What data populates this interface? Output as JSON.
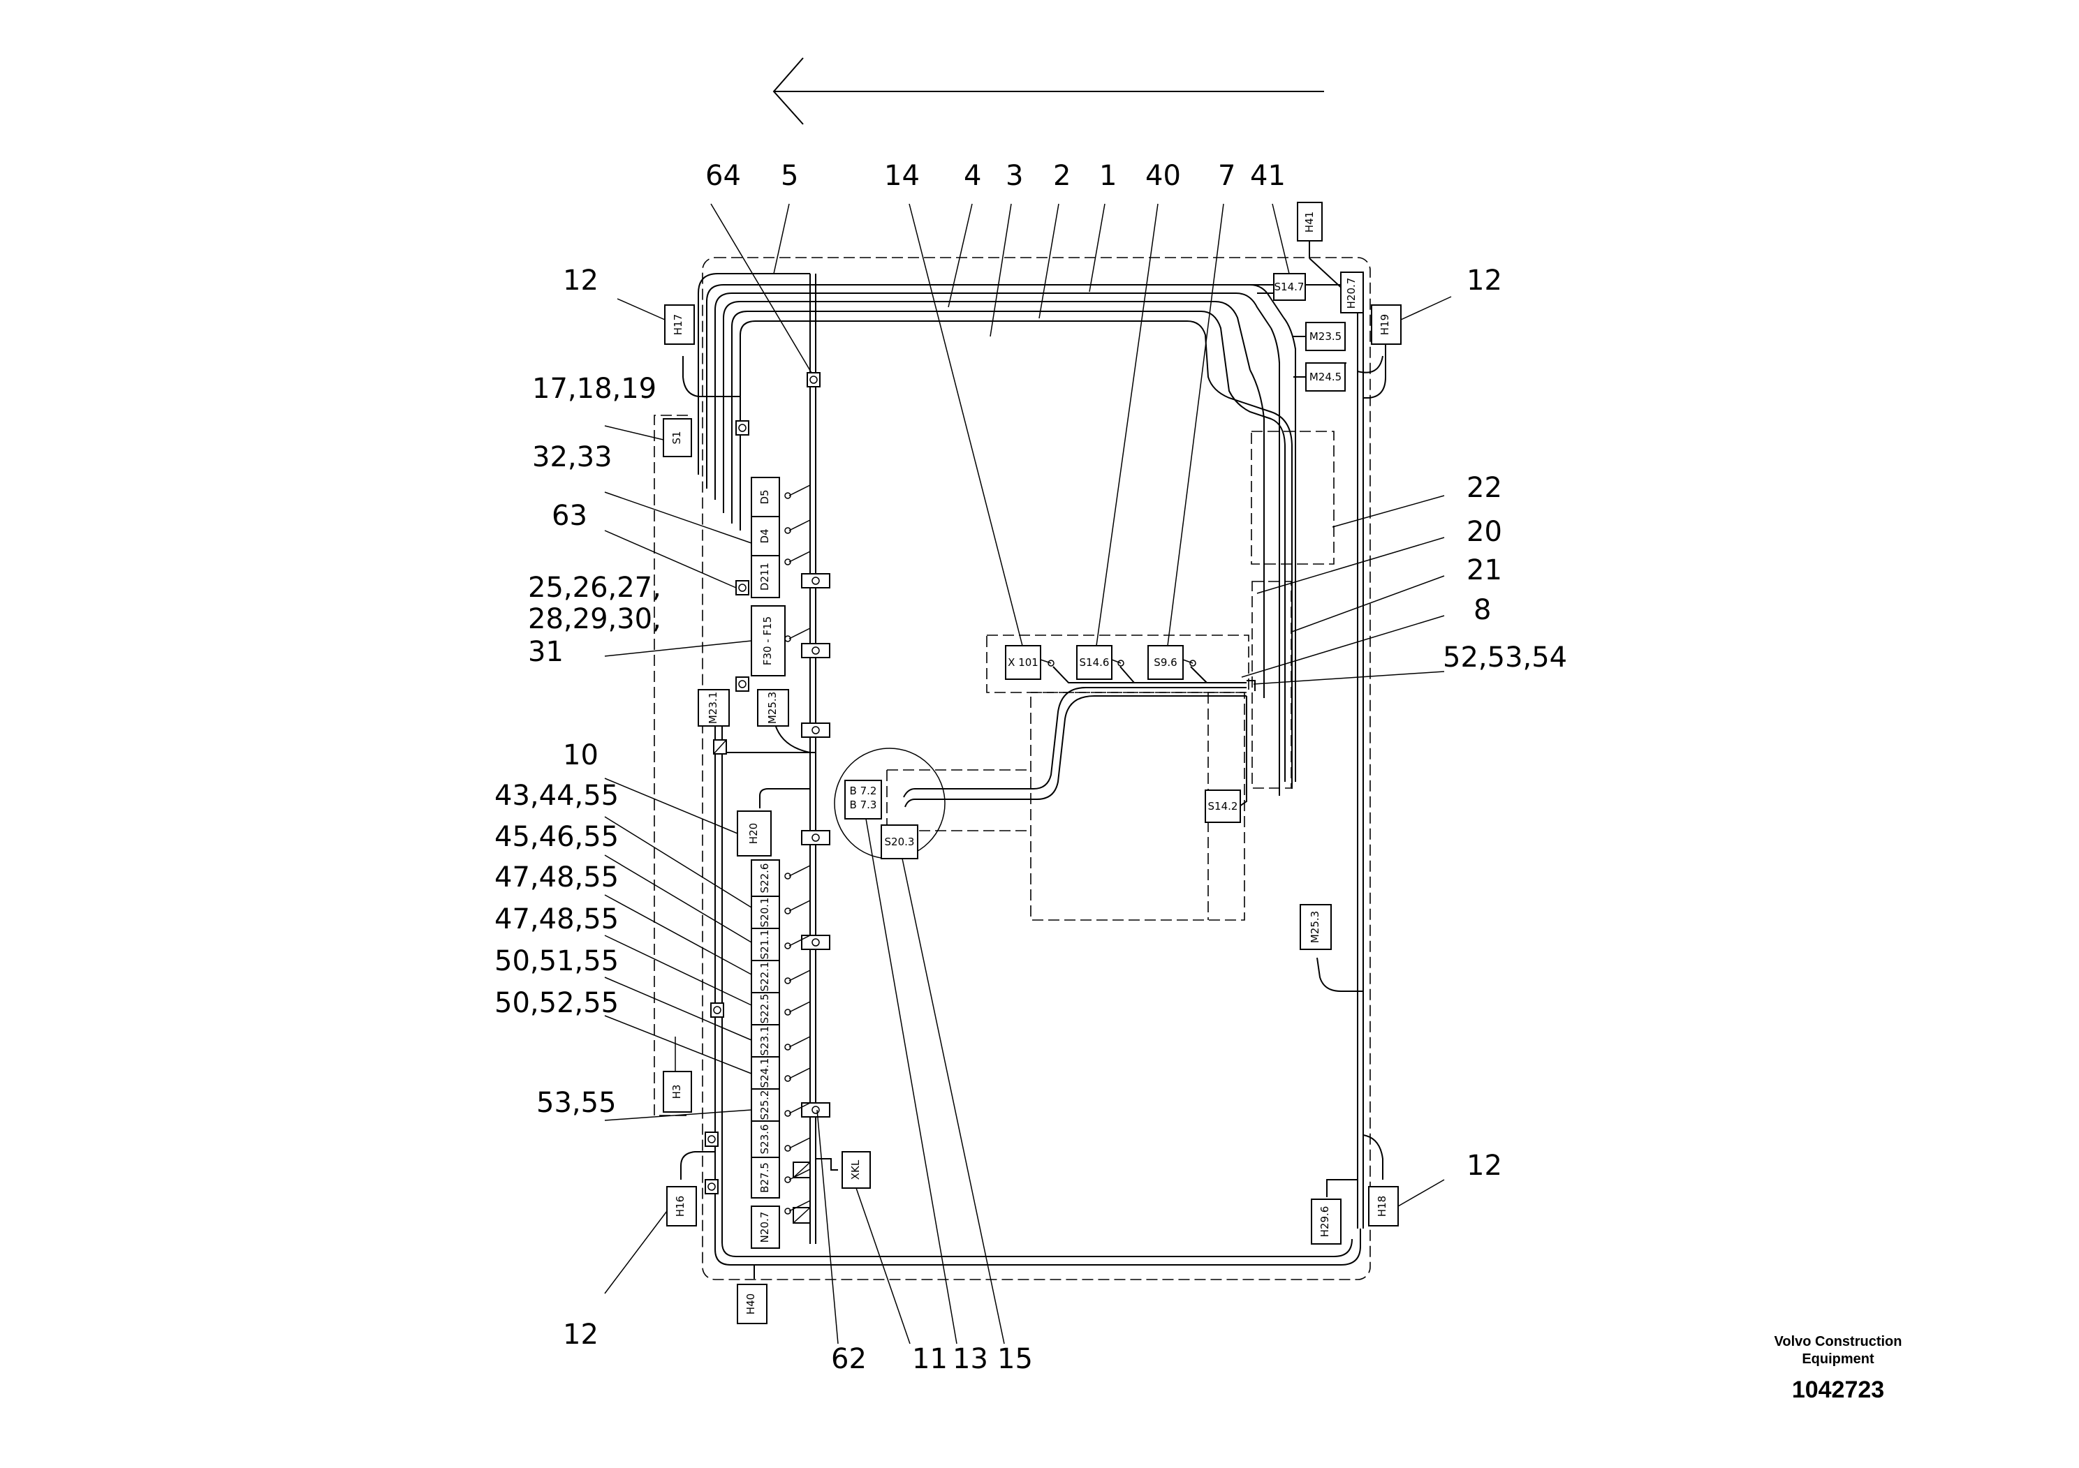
{
  "diagram": {
    "callouts": {
      "c64": "64",
      "c5": "5",
      "c14": "14",
      "c4": "4",
      "c3": "3",
      "c2": "2",
      "c1": "1",
      "c40": "40",
      "c7": "7",
      "c41": "41",
      "c12a": "12",
      "c12b": "12",
      "c12c": "12",
      "c12d": "12",
      "c171819": "17,18,19",
      "c3233": "32,33",
      "c63": "63",
      "c2527a": "25,26,27,",
      "c2527b": "28,29,30,",
      "c2527c": "31",
      "c10": "10",
      "c434455": "43,44,55",
      "c454655": "45,46,55",
      "c474855a": "47,48,55",
      "c474855b": "47,48,55",
      "c505155": "50,51,55",
      "c505255": "50,52,55",
      "c5355": "53,55",
      "c22": "22",
      "c20": "20",
      "c21": "21",
      "c8": "8",
      "c525354": "52,53,54",
      "c62": "62",
      "c11": "11",
      "c13": "13",
      "c15": "15"
    },
    "components": {
      "H41": "H41",
      "H17": "H17",
      "H19": "H19",
      "H20_7": "H20.7",
      "S14_7": "S14.7",
      "M23_5": "M23.5",
      "M24_5": "M24.5",
      "S1": "S1",
      "D5": "D5",
      "D4": "D4",
      "D211": "D211",
      "F30_F15": "F30 - F15",
      "M23_1": "M23.1",
      "M25_3a": "M25.3",
      "X101": "X 101",
      "S14_6": "S14.6",
      "S9_6": "S9.6",
      "H20": "H20",
      "B72": "B 7.2",
      "B73": "B 7.3",
      "S20_3": "S20.3",
      "S14_2": "S14.2",
      "S22_6": "S22.6",
      "S20_1": "S20.1",
      "S21_1": "S21.1",
      "S22_1": "S22.1",
      "S22_5": "S22.5",
      "S23_1": "S23.1",
      "S24_1": "S24.1",
      "S25_2": "S25.2",
      "S23_6": "S23.6",
      "B27_5": "B27.5",
      "N20_7": "N20.7",
      "XKL": "XKL",
      "H3": "H3",
      "H16": "H16",
      "H40": "H40",
      "M25_3b": "M25.3",
      "H29_6": "H29.6",
      "H18": "H18"
    }
  },
  "footer": {
    "brand_line1": "Volvo Construction",
    "brand_line2": "Equipment",
    "drawing_number": "1042723"
  }
}
